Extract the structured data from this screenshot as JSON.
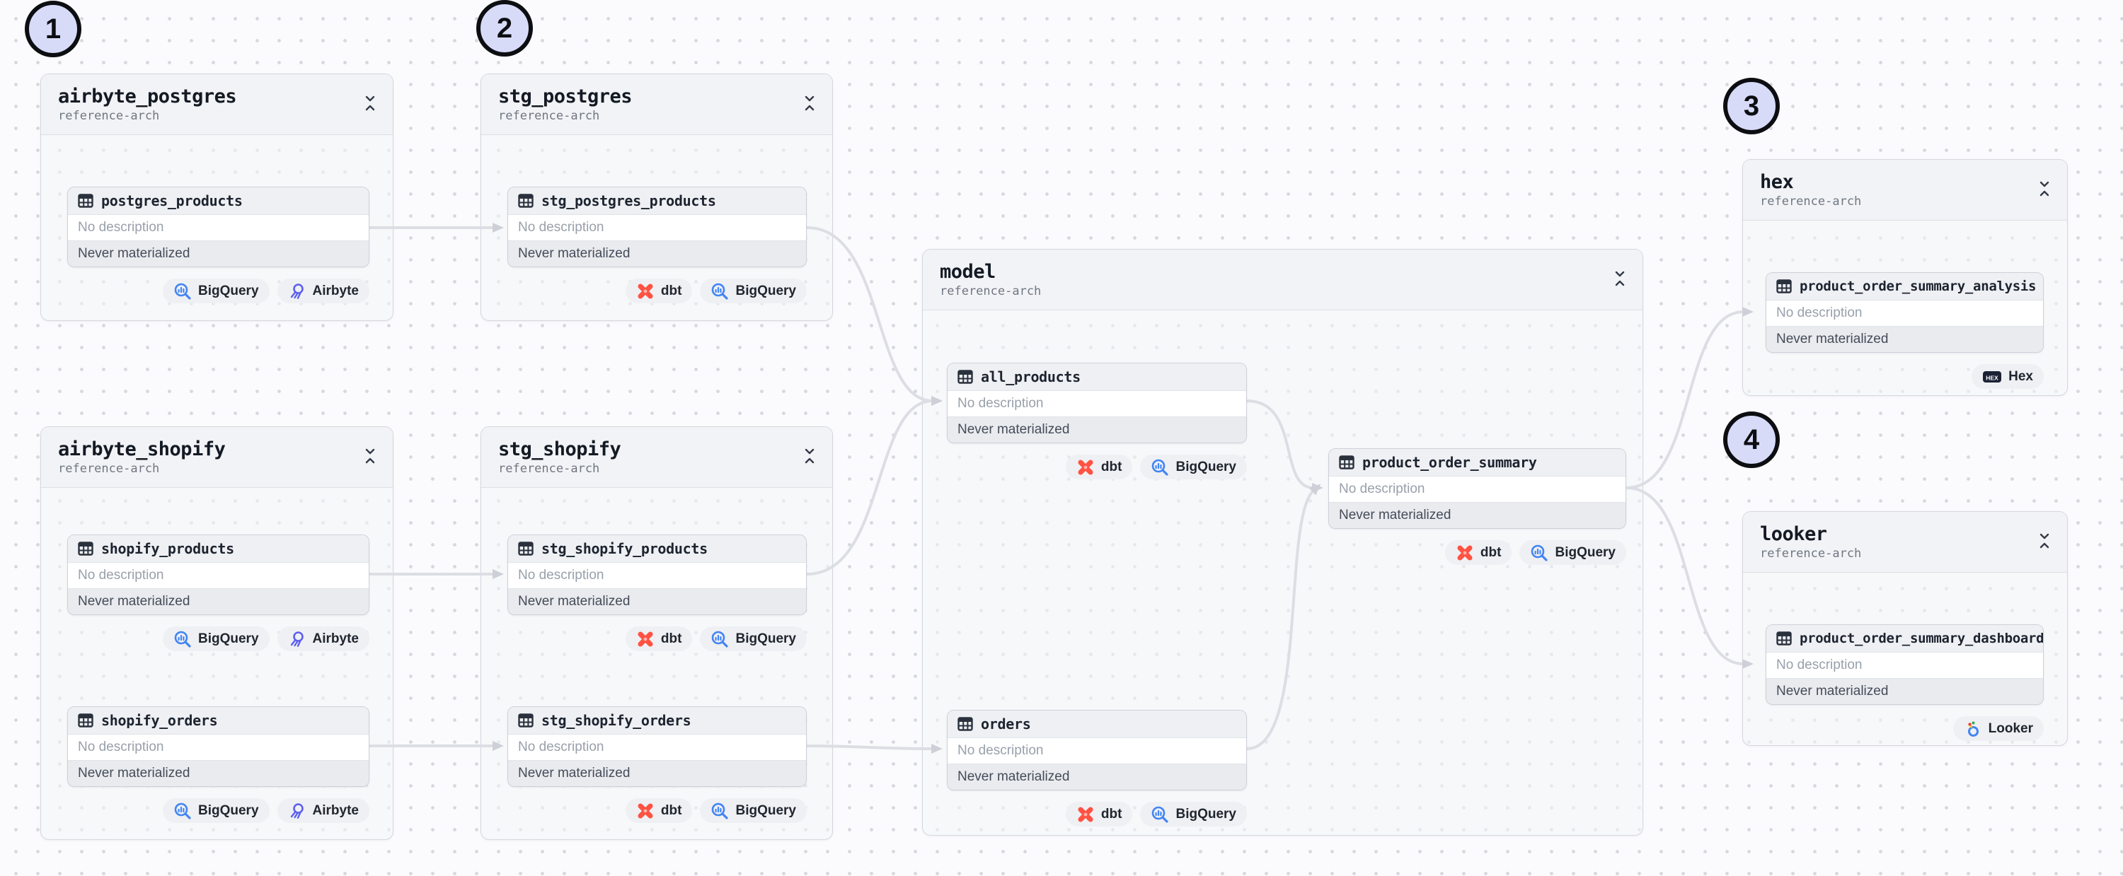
{
  "annotations": [
    "1",
    "2",
    "3",
    "4"
  ],
  "groups": [
    {
      "title": "airbyte_postgres",
      "subtitle": "reference-arch",
      "nodes": [
        {
          "name": "postgres_products",
          "description": "No description",
          "status": "Never materialized",
          "badges": [
            {
              "icon": "bigquery-icon",
              "label": "BigQuery"
            },
            {
              "icon": "airbyte-icon",
              "label": "Airbyte"
            }
          ]
        }
      ]
    },
    {
      "title": "stg_postgres",
      "subtitle": "reference-arch",
      "nodes": [
        {
          "name": "stg_postgres_products",
          "description": "No description",
          "status": "Never materialized",
          "badges": [
            {
              "icon": "dbt-icon",
              "label": "dbt"
            },
            {
              "icon": "bigquery-icon",
              "label": "BigQuery"
            }
          ]
        }
      ]
    },
    {
      "title": "airbyte_shopify",
      "subtitle": "reference-arch",
      "nodes": [
        {
          "name": "shopify_products",
          "description": "No description",
          "status": "Never materialized",
          "badges": [
            {
              "icon": "bigquery-icon",
              "label": "BigQuery"
            },
            {
              "icon": "airbyte-icon",
              "label": "Airbyte"
            }
          ]
        },
        {
          "name": "shopify_orders",
          "description": "No description",
          "status": "Never materialized",
          "badges": [
            {
              "icon": "bigquery-icon",
              "label": "BigQuery"
            },
            {
              "icon": "airbyte-icon",
              "label": "Airbyte"
            }
          ]
        }
      ]
    },
    {
      "title": "stg_shopify",
      "subtitle": "reference-arch",
      "nodes": [
        {
          "name": "stg_shopify_products",
          "description": "No description",
          "status": "Never materialized",
          "badges": [
            {
              "icon": "dbt-icon",
              "label": "dbt"
            },
            {
              "icon": "bigquery-icon",
              "label": "BigQuery"
            }
          ]
        },
        {
          "name": "stg_shopify_orders",
          "description": "No description",
          "status": "Never materialized",
          "badges": [
            {
              "icon": "dbt-icon",
              "label": "dbt"
            },
            {
              "icon": "bigquery-icon",
              "label": "BigQuery"
            }
          ]
        }
      ]
    },
    {
      "title": "model",
      "subtitle": "reference-arch",
      "nodes": [
        {
          "name": "all_products",
          "description": "No description",
          "status": "Never materialized",
          "badges": [
            {
              "icon": "dbt-icon",
              "label": "dbt"
            },
            {
              "icon": "bigquery-icon",
              "label": "BigQuery"
            }
          ]
        },
        {
          "name": "product_order_summary",
          "description": "No description",
          "status": "Never materialized",
          "badges": [
            {
              "icon": "dbt-icon",
              "label": "dbt"
            },
            {
              "icon": "bigquery-icon",
              "label": "BigQuery"
            }
          ]
        },
        {
          "name": "orders",
          "description": "No description",
          "status": "Never materialized",
          "badges": [
            {
              "icon": "dbt-icon",
              "label": "dbt"
            },
            {
              "icon": "bigquery-icon",
              "label": "BigQuery"
            }
          ]
        }
      ]
    },
    {
      "title": "hex",
      "subtitle": "reference-arch",
      "nodes": [
        {
          "name": "product_order_summary_analysis",
          "description": "No description",
          "status": "Never materialized",
          "badges": [
            {
              "icon": "hex-icon",
              "label": "Hex"
            }
          ]
        }
      ]
    },
    {
      "title": "looker",
      "subtitle": "reference-arch",
      "nodes": [
        {
          "name": "product_order_summary_dashboard",
          "description": "No description",
          "status": "Never materialized",
          "badges": [
            {
              "icon": "looker-icon",
              "label": "Looker"
            }
          ]
        }
      ]
    }
  ]
}
